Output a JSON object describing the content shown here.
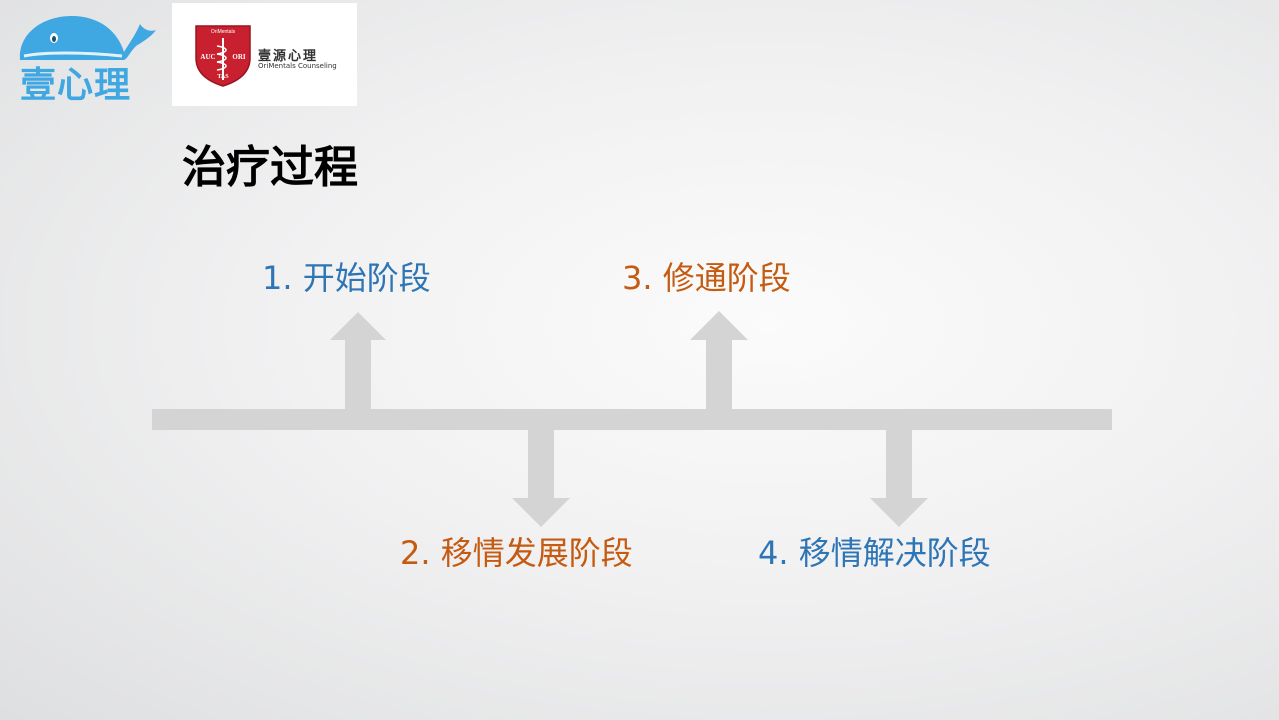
{
  "logos": {
    "whale_text": "壹心理",
    "ori_shield_top": "OriMentals",
    "ori_shield_left": "AUC",
    "ori_shield_right": "ORI",
    "ori_shield_bottom": "TAS",
    "ori_name_cn": "壹源心理",
    "ori_name_en": "OriMentals Counseling"
  },
  "title": "治疗过程",
  "stages": [
    {
      "label": "1. 开始阶段",
      "direction": "up",
      "color": "#2e75b6"
    },
    {
      "label": "2. 移情发展阶段",
      "direction": "down",
      "color": "#c55a11"
    },
    {
      "label": "3. 修通阶段",
      "direction": "up",
      "color": "#c55a11"
    },
    {
      "label": "4. 移情解决阶段",
      "direction": "down",
      "color": "#2e75b6"
    }
  ],
  "colors": {
    "whale": "#3fa7e2",
    "shield_red": "#c8202f",
    "arrow_gray": "#d4d4d4"
  }
}
